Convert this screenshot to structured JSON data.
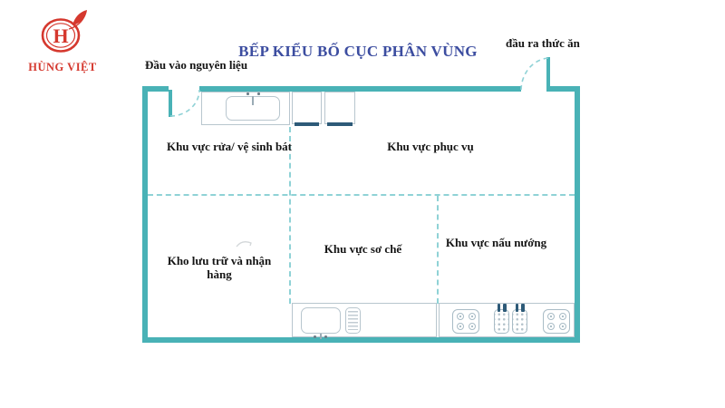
{
  "brand": {
    "name": "HÙNG VIỆT"
  },
  "diagram": {
    "title": "BẾP KIỂU BỐ CỤC PHÂN VÙNG",
    "entry_label": "Đầu vào nguyên liệu",
    "exit_label": "đầu ra thức ăn",
    "zones": {
      "wash": "Khu vực rửa/ vệ sinh bát",
      "serve": "Khu vực phục vụ",
      "storage": "Kho lưu trữ và nhận hàng",
      "prep": "Khu vực sơ chế",
      "cook": "Khu vực nấu nướng"
    },
    "icons": [
      "logo-leaf-icon",
      "entry-door-icon",
      "exit-door-icon",
      "wash-sink-icon",
      "dishwasher-icon",
      "prep-sink-icon",
      "drain-rack-icon",
      "gas-stove-icon",
      "fryer-icon",
      "faint-squiggle-icon"
    ]
  },
  "colors": {
    "wall": "#49b2b6",
    "divider_dashed": "#8fd2d6",
    "fixture_outline": "#b8c6ce",
    "fixture_dark": "#2d5a78",
    "title_text": "#3c4da0",
    "brand_red": "#d5382e",
    "label_text": "#151515",
    "background": "#ffffff"
  }
}
